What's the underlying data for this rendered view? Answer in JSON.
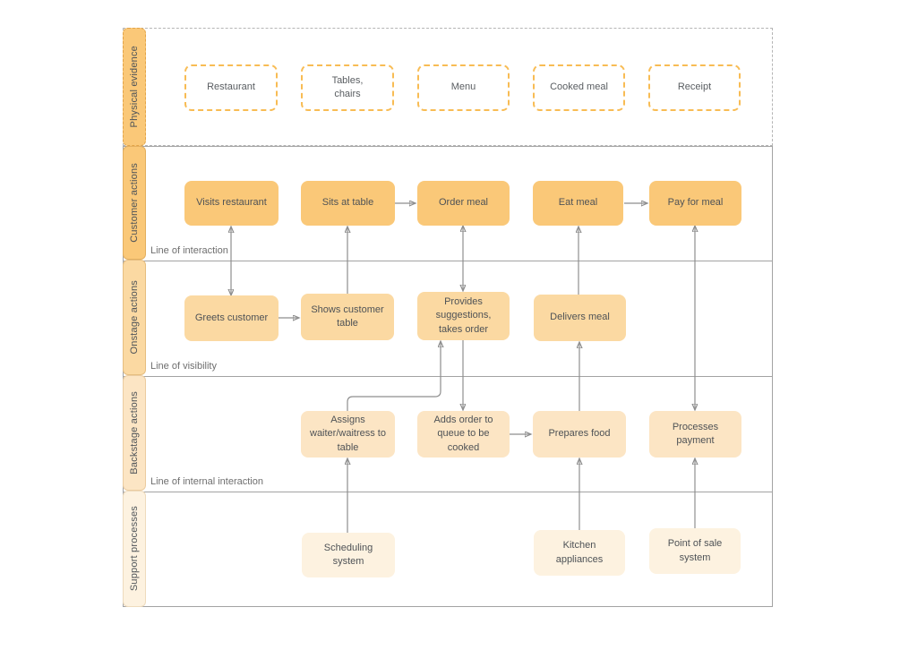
{
  "lanes": [
    {
      "label": "Physical evidence"
    },
    {
      "label": "Customer actions"
    },
    {
      "label": "Onstage actions"
    },
    {
      "label": "Backstage actions"
    },
    {
      "label": "Support processes"
    }
  ],
  "dividers": {
    "interaction": "Line of interaction",
    "visibility": "Line of visibility",
    "internal": "Line of internal interaction"
  },
  "physical_evidence": {
    "restaurant": "Restaurant",
    "tables_chairs": "Tables,\nchairs",
    "menu": "Menu",
    "cooked_meal": "Cooked meal",
    "receipt": "Receipt"
  },
  "customer_actions": {
    "visits": "Visits restaurant",
    "sits": "Sits at table",
    "order": "Order meal",
    "eat": "Eat meal",
    "pay": "Pay for meal"
  },
  "onstage_actions": {
    "greets": "Greets customer",
    "shows": "Shows customer\ntable",
    "provides": "Provides\nsuggestions,\ntakes order",
    "delivers": "Delivers meal"
  },
  "backstage_actions": {
    "assigns": "Assigns\nwaiter/waitress to\ntable",
    "adds": "Adds order to\nqueue to be\ncooked",
    "prepares": "Prepares food",
    "processes": "Processes\npayment"
  },
  "support_processes": {
    "scheduling": "Scheduling\nsystem",
    "kitchen": "Kitchen\nappliances",
    "pos": "Point of sale\nsystem"
  },
  "colors": {
    "solid_orange": "#FAC878",
    "onstage_orange": "#FBD9A2",
    "backstage_orange": "#FCE5C4",
    "support_cream": "#FDF2E0",
    "dashed_box_orange": "#F8BC54",
    "lane_border_gray": "#A3A3A3",
    "connector_gray": "#8E8E8E",
    "arrowhead_gray": "#5F6468",
    "text_dark": "#4E5256"
  }
}
